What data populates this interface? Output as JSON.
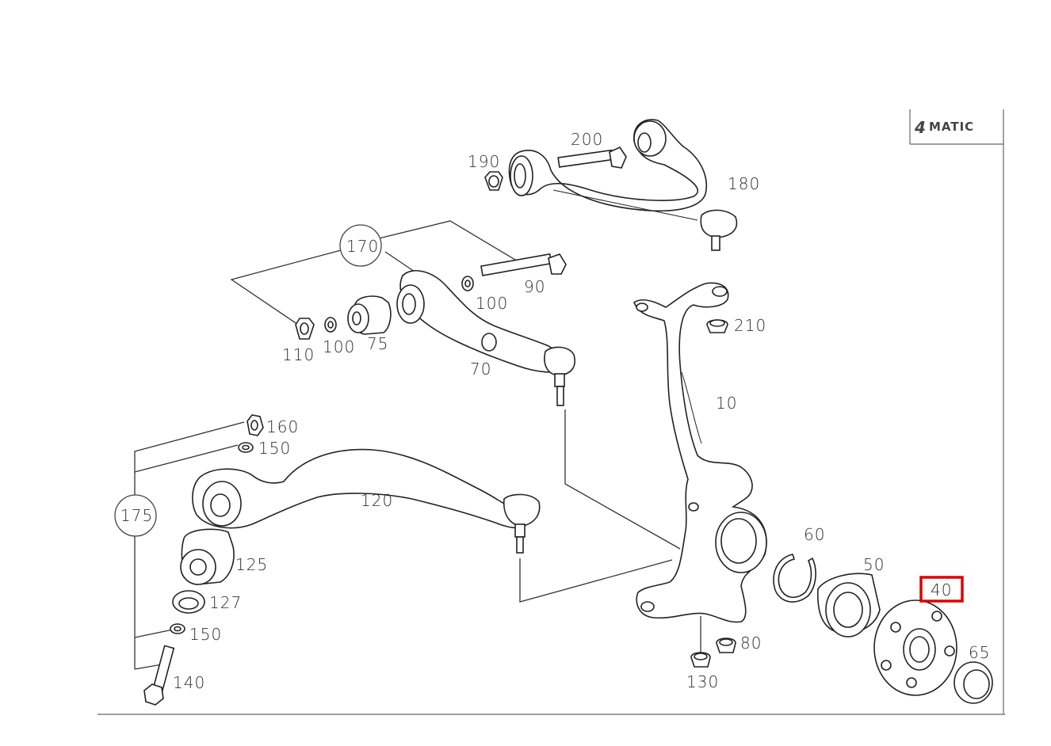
{
  "badge": {
    "number": "4",
    "text": "MATIC"
  },
  "highlight_color": "#e00000",
  "highlighted_part": "40",
  "parts": {
    "p10": "10",
    "p40": "40",
    "p50": "50",
    "p60": "60",
    "p65": "65",
    "p70": "70",
    "p75": "75",
    "p80": "80",
    "p90": "90",
    "p100a": "100",
    "p100b": "100",
    "p110": "110",
    "p120": "120",
    "p125": "125",
    "p127": "127",
    "p130": "130",
    "p140": "140",
    "p150a": "150",
    "p150b": "150",
    "p160": "160",
    "p170": "170",
    "p175": "175",
    "p180": "180",
    "p190": "190",
    "p200": "200",
    "p210": "210"
  }
}
